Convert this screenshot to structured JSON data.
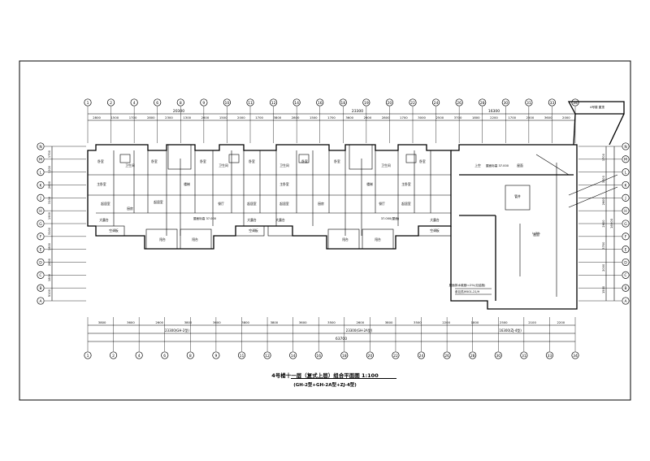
{
  "drawing": {
    "title": "4号楼十一层（复式上层）组合平面图 1:100",
    "subtitle": "(GH-2型+GH-2A型+ZJ-4型)"
  },
  "dimensions": {
    "top_totals": [
      "20300",
      "23300",
      "16300"
    ],
    "top_segments": [
      "2800",
      "1500",
      "1700",
      "2800",
      "2300",
      "1300",
      "2600",
      "1500",
      "2000",
      "1700",
      "3800",
      "2800",
      "1500",
      "1700",
      "3600",
      "2600",
      "2800",
      "1700",
      "3000",
      "2500",
      "3700",
      "1800",
      "2200",
      "1700",
      "2500",
      "3600",
      "2000"
    ],
    "bottom_segments": [
      "3800",
      "3600",
      "2600",
      "3800",
      "3600",
      "3800",
      "3800",
      "3600",
      "3500",
      "2600",
      "3800",
      "3500",
      "2200",
      "1800",
      "2500",
      "2100",
      "2200"
    ],
    "bottom_subtotals": [
      "23300(GH-2型)",
      "23300(GH-2A型)",
      "16300(ZJ-4型)"
    ],
    "bottom_total": "63700",
    "right_segments": [
      "1700",
      "3200",
      "2600",
      "2600",
      "3700",
      "2000",
      "1500"
    ],
    "left_segments": [
      "1700",
      "1200",
      "2600",
      "3100",
      "1900",
      "3100",
      "1800",
      "2800",
      "1800",
      "5100"
    ],
    "right_total": "16000"
  },
  "axes": {
    "top": [
      "1",
      "2",
      "4",
      "6",
      "8",
      "9",
      "10",
      "11",
      "12",
      "14",
      "16",
      "18",
      "19",
      "20",
      "22",
      "24",
      "26",
      "28",
      "30",
      "31",
      "33",
      "34"
    ],
    "bottom": [
      "1",
      "2",
      "4",
      "6",
      "8",
      "9",
      "11",
      "12",
      "14",
      "16",
      "18",
      "20",
      "22",
      "24",
      "26",
      "28",
      "30",
      "31",
      "33",
      "34"
    ],
    "left": [
      "N",
      "M",
      "L",
      "K",
      "J",
      "H",
      "G",
      "F",
      "E",
      "D",
      "C",
      "B",
      "A"
    ],
    "right": [
      "N",
      "M",
      "L",
      "K",
      "J",
      "H",
      "G",
      "F",
      "E",
      "D",
      "C",
      "B",
      "A"
    ]
  },
  "rooms": {
    "bedroom": "卧室",
    "master_bedroom": "主卧室",
    "living": "起居室",
    "bath": "卫生间",
    "kitchen": "厨房",
    "terrace": "大露台",
    "balcony": "阳台",
    "dining": "餐厅",
    "study": "书房",
    "stair": "楼梯",
    "shaft": "管井",
    "ac": "空调板",
    "roof": "屋面",
    "upper": "上空"
  },
  "annotations": {
    "roof_level": "屋面标高 37.000",
    "roof_level_2": "屋面标高 37.000",
    "slab_level": "37.000(屋面)",
    "slope": "i=2%",
    "note_1": "屋面排水坡度i=2%(见结施)",
    "note_2": "参见苏J9501-21/9",
    "tag": "4号楼 屋顶"
  }
}
